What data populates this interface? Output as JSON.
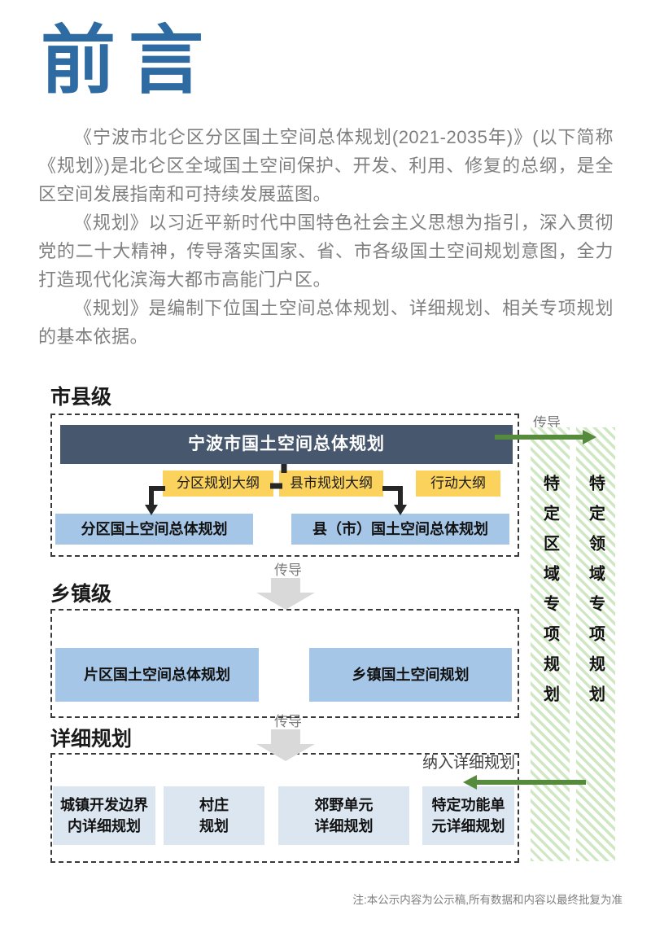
{
  "page": {
    "title": "前言",
    "paragraphs": [
      "《宁波市北仑区分区国土空间总体规划(2021-2035年)》(以下简称《规划》)是北仑区全域国土空间保护、开发、利用、修复的总纲，是全区空间发展指南和可持续发展蓝图。",
      "《规划》以习近平新时代中国特色社会主义思想为指引，深入贯彻党的二十大精神，传导落实国家、省、市各级国土空间规划意图，全力打造现代化滨海大都市高能门户区。",
      "《规划》是编制下位国土空间总体规划、详细规划、相关专项规划的基本依据。"
    ],
    "note": "注:本公示内容为公示稿,所有数据和内容以最终批复为准"
  },
  "diagram": {
    "transmit_label": "传导",
    "incorporate_label": "纳入详细规划",
    "city_county": {
      "heading": "市县级",
      "master_plan": "宁波市国土空间总体规划",
      "outlines": [
        "分区规划大纲",
        "县市规划大纲",
        "行动大纲"
      ],
      "plans": [
        "分区国土空间总体规划",
        "县（市）国土空间总体规划"
      ]
    },
    "township": {
      "heading": "乡镇级",
      "plans": [
        "片区国土空间总体规划",
        "乡镇国土空间规划"
      ]
    },
    "detailed": {
      "heading": "详细规划",
      "plans": [
        {
          "line1": "城镇开发边界",
          "line2": "内详细规划"
        },
        {
          "line1": "村庄",
          "line2": "规划"
        },
        {
          "line1": "郊野单元",
          "line2": "详细规划"
        },
        {
          "line1": "特定功能单",
          "line2": "元详细规划"
        }
      ]
    },
    "special_plans": [
      "特定区域专项规划",
      "特定领域专项规划"
    ],
    "colors": {
      "title_blue": "#2E6BA3",
      "header_bar": "#47586E",
      "outline_yellow": "#FBD25B",
      "plan_blue": "#A6C6E7",
      "detail_blue": "#DCE6F1",
      "arrow_green": "#568B3D",
      "stripe_green": "#CFE7C3",
      "block_arrow_gray": "#D9D9D9",
      "body_text_gray": "#7F7F7F"
    }
  }
}
